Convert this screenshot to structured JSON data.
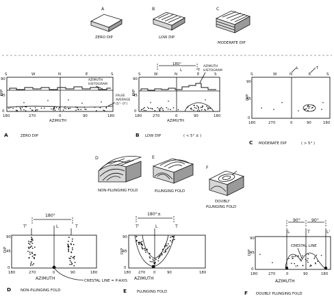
{
  "row1": {
    "A": {
      "letter": "A",
      "caption": "ZERO DIP"
    },
    "B": {
      "letter": "B",
      "caption": "LOW DIP"
    },
    "C": {
      "letter": "C",
      "caption": "MODERATE DIP"
    }
  },
  "row2": {
    "A": {
      "letter": "A",
      "caption": "ZERO DIP",
      "compass": [
        "S",
        "W",
        "N",
        "E",
        "S"
      ],
      "xticks": [
        "180",
        "270",
        "0",
        "90",
        "180"
      ],
      "yticks": [
        "90",
        "45",
        "0"
      ],
      "ylabel": "DIP",
      "xlabel": "AZIMUTH",
      "annotations": {
        "histogram": [
          "AZIMUTH",
          "HISTOGRAM"
        ],
        "false_avg": [
          "FALSE",
          "AVERAGE",
          "(5°- 0°)"
        ]
      }
    },
    "B": {
      "letter": "B",
      "caption": "LOW DIP",
      "caption_sub": "( < 5° ± )",
      "compass": [
        "S",
        "W",
        "N",
        "E",
        "S"
      ],
      "xticks": [
        "180",
        "270",
        "0",
        "90",
        "180"
      ],
      "yticks": [
        "90",
        "45",
        "0"
      ],
      "ylabel": "DIP",
      "xlabel": "AZIMUTH",
      "span_label": "180°",
      "markers": [
        "L",
        "T"
      ],
      "annotations": {
        "histogram": [
          "AZIMUTH",
          "HISTOGRAM"
        ]
      }
    },
    "C": {
      "letter": "C",
      "caption": "MODERATE DIP",
      "caption_sub": "( > 5° )",
      "compass": [
        "S",
        "W",
        "N",
        "E",
        "S"
      ],
      "xticks": [
        "180",
        "270",
        "0",
        "90",
        "180"
      ],
      "yticks": [
        "90",
        "45",
        "0"
      ],
      "ylabel": "DIP",
      "markers": [
        "L",
        "T"
      ]
    }
  },
  "row3": {
    "D": {
      "letter": "D",
      "caption": "NON-PLUNGING FOLD"
    },
    "E": {
      "letter": "E",
      "caption": "PLUNGING FOLD"
    },
    "F": {
      "letter": "F",
      "caption": [
        "DOUBLY",
        "PLUNGING FOLD"
      ]
    }
  },
  "row4": {
    "D": {
      "letter": "D",
      "caption": "NON-PLUNGING FOLD",
      "xticks": [
        "180",
        "270",
        "0",
        "90",
        "180"
      ],
      "yticks": [
        "90",
        "45",
        "0"
      ],
      "ylabel": "DIP",
      "xlabel": "AZIMUTH",
      "span_label": "180°",
      "markers": [
        "T'",
        "L",
        "T"
      ],
      "annotation": "CRESTAL LINE = P-AXIS"
    },
    "E": {
      "letter": "E",
      "caption": "PLUNGING FOLD",
      "xticks": [
        "180",
        "270",
        "0",
        "90",
        "180"
      ],
      "yticks": [
        "90",
        "45",
        "0"
      ],
      "ylabel": "DIP",
      "xlabel": "AZIMUTH",
      "span_label": "180°±",
      "markers": [
        "T'",
        "L",
        "T"
      ]
    },
    "F": {
      "letter": "F",
      "caption": "DOUBLY PLUNGING FOLD",
      "xticks": [
        "180",
        "270",
        "0",
        "90",
        "180"
      ],
      "yticks": [
        "90",
        "45",
        "0"
      ],
      "ylabel": "DIP",
      "xlabel": "AZIMUTH",
      "span_labels": [
        "90°",
        "90°"
      ],
      "markers": [
        "L",
        "T",
        "L'"
      ],
      "annotation": "CRESTAL LINE"
    }
  }
}
